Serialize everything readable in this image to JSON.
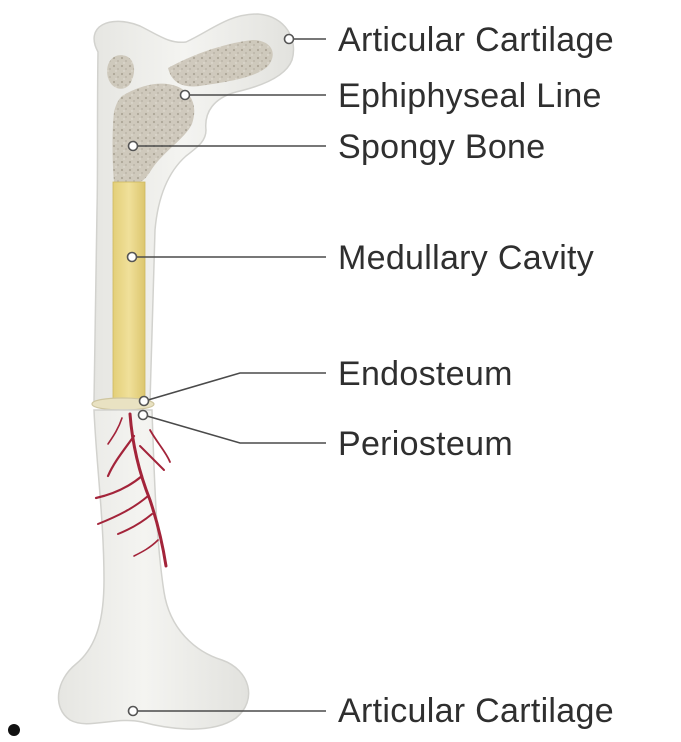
{
  "diagram": {
    "labels": {
      "articular_cartilage_top": "Articular Cartilage",
      "epiphyseal_line": "Ephiphyseal Line",
      "spongy_bone": "Spongy Bone",
      "medullary_cavity": "Medullary Cavity",
      "endosteum": "Endosteum",
      "periosteum": "Periosteum",
      "articular_cartilage_bottom": "Articular Cartilage"
    },
    "colors": {
      "bone_fill": "#eeeeeb",
      "bone_outline": "#d2d2ce",
      "spongy_fill": "#c9c3b5",
      "marrow_fill": "#ead88d",
      "blood_vessel": "#a3243a",
      "text": "#2f2f2f"
    }
  }
}
